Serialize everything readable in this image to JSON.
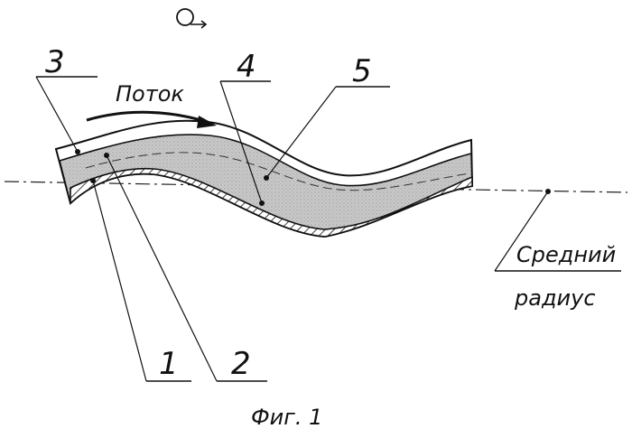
{
  "figure": {
    "caption": "Фиг. 1",
    "flow_label": "Поток",
    "mean_radius_label": [
      "Средний",
      "радиус"
    ],
    "callouts": [
      "1",
      "2",
      "3",
      "4",
      "5"
    ],
    "rotation_icon": "rotation-arrow-icon"
  }
}
